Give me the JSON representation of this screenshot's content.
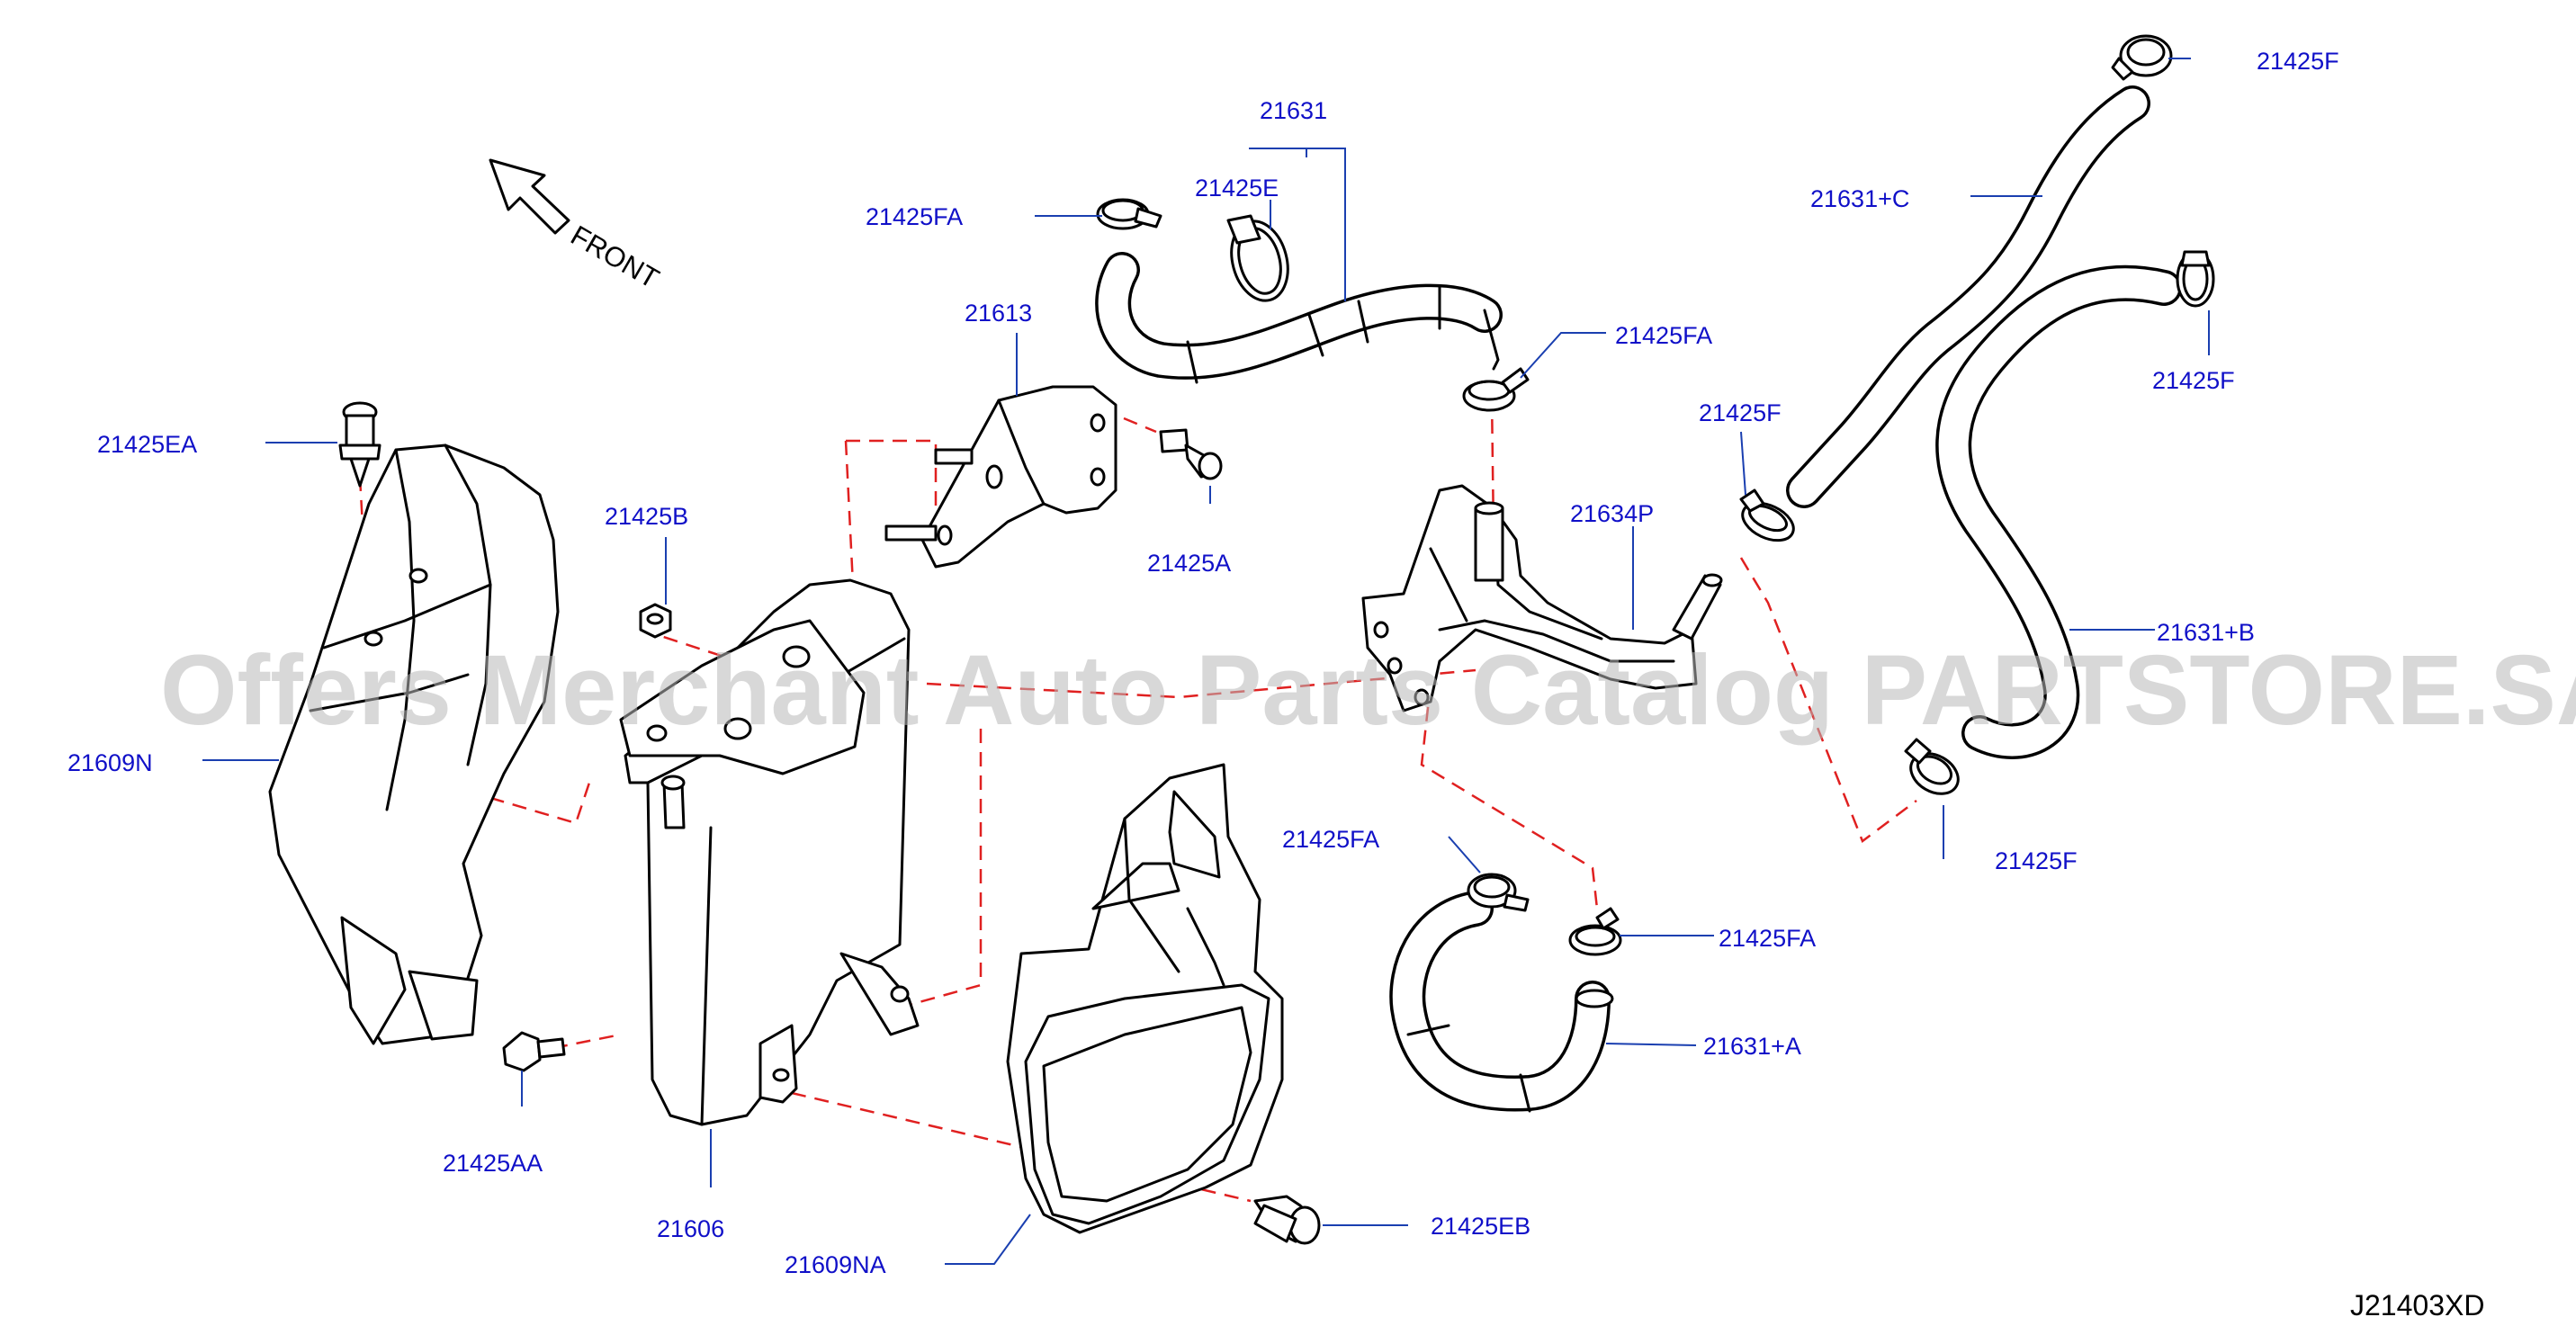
{
  "labels": {
    "l_21631": "21631",
    "l_21425e": "21425E",
    "l_21425fa_top": "21425FA",
    "l_21613": "21613",
    "l_21425ea": "21425EA",
    "l_21425b": "21425B",
    "l_21425a": "21425A",
    "l_21425fa_mid": "21425FA",
    "l_21425f_mid": "21425F",
    "l_21634p": "21634P",
    "l_21425f_tr": "21425F",
    "l_21631c": "21631+C",
    "l_21425f_r": "21425F",
    "l_21631b": "21631+B",
    "l_21425f_low": "21425F",
    "l_21609n": "21609N",
    "l_21425fa_low1": "21425FA",
    "l_21425fa_low2": "21425FA",
    "l_21631a": "21631+A",
    "l_21425aa": "21425AA",
    "l_21606": "21606",
    "l_21609na": "21609NA",
    "l_21425eb": "21425EB"
  },
  "front_label": "FRONT",
  "diagram_code": "J21403XD",
  "watermark": "Offers Merchant Auto Parts Catalog PARTSTORE.SA",
  "colors": {
    "label": "#1010c8",
    "leader": "#1a3fb0",
    "dash": "#e02020",
    "line": "#000000",
    "watermark": "#b9b9b9"
  }
}
